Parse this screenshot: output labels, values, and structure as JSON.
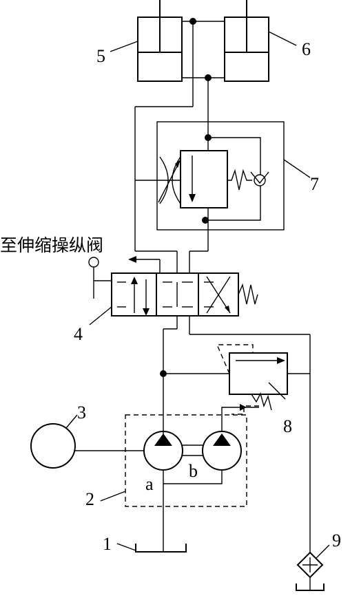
{
  "caption": "至伸缩操纵阀",
  "labels": {
    "n1": "1",
    "n2": "2",
    "n3": "3",
    "n4": "4",
    "n5": "5",
    "n6": "6",
    "n7": "7",
    "n8": "8",
    "n9": "9",
    "a": "a",
    "b": "b"
  }
}
